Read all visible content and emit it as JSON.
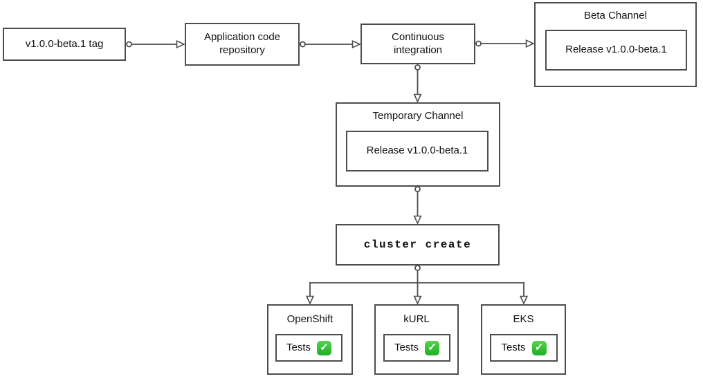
{
  "diagram": {
    "nodes": {
      "tag": {
        "label": "v1.0.0-beta.1 tag"
      },
      "repo": {
        "label": "Application code repository"
      },
      "ci": {
        "label": "Continuous integration"
      },
      "beta_channel": {
        "title": "Beta Channel",
        "release_label": "Release v1.0.0-beta.1"
      },
      "temporary_channel": {
        "title": "Temporary Channel",
        "release_label": "Release v1.0.0-beta.1"
      },
      "cluster_create": {
        "label": "cluster create"
      },
      "clusters": [
        {
          "title": "OpenShift",
          "tests_label": "Tests",
          "status": "passed"
        },
        {
          "title": "kURL",
          "tests_label": "Tests",
          "status": "passed"
        },
        {
          "title": "EKS",
          "tests_label": "Tests",
          "status": "passed"
        }
      ]
    },
    "icons": {
      "check_glyph": "✓"
    },
    "colors": {
      "stroke": "#4d4d4d",
      "text": "#111111",
      "background": "#ffffff",
      "check_green_top": "#53d649",
      "check_green_bottom": "#1fae27"
    }
  }
}
